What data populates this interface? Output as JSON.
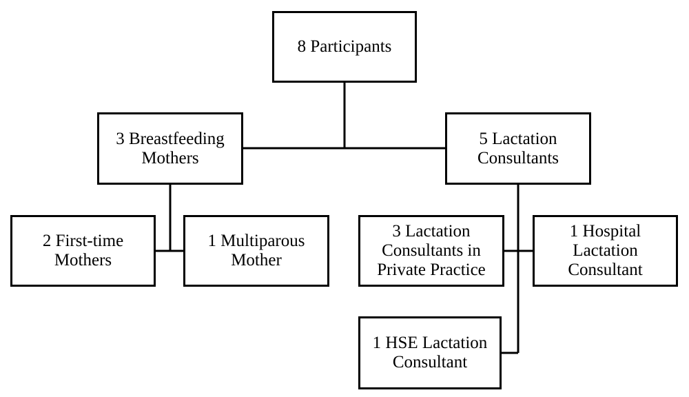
{
  "diagram": {
    "type": "org-chart",
    "line_color": "#000000",
    "root": {
      "label": "8 Participants"
    },
    "mothers": {
      "label": "3 Breastfeeding\nMothers"
    },
    "consultants": {
      "label": "5 Lactation\nConsultants"
    },
    "first_time": {
      "label": "2 First-time\nMothers"
    },
    "multiparous": {
      "label": "1 Multiparous\nMother"
    },
    "private_practice": {
      "label": "3 Lactation\nConsultants in\nPrivate Practice"
    },
    "hospital": {
      "label": "1 Hospital\nLactation\nConsultant"
    },
    "hse": {
      "label": "1 HSE Lactation\nConsultant"
    },
    "edges": [
      {
        "from": "root",
        "to": "mothers"
      },
      {
        "from": "root",
        "to": "consultants"
      },
      {
        "from": "mothers",
        "to": "first_time"
      },
      {
        "from": "mothers",
        "to": "multiparous"
      },
      {
        "from": "consultants",
        "to": "private_practice"
      },
      {
        "from": "consultants",
        "to": "hospital"
      },
      {
        "from": "consultants",
        "to": "hse"
      }
    ]
  }
}
